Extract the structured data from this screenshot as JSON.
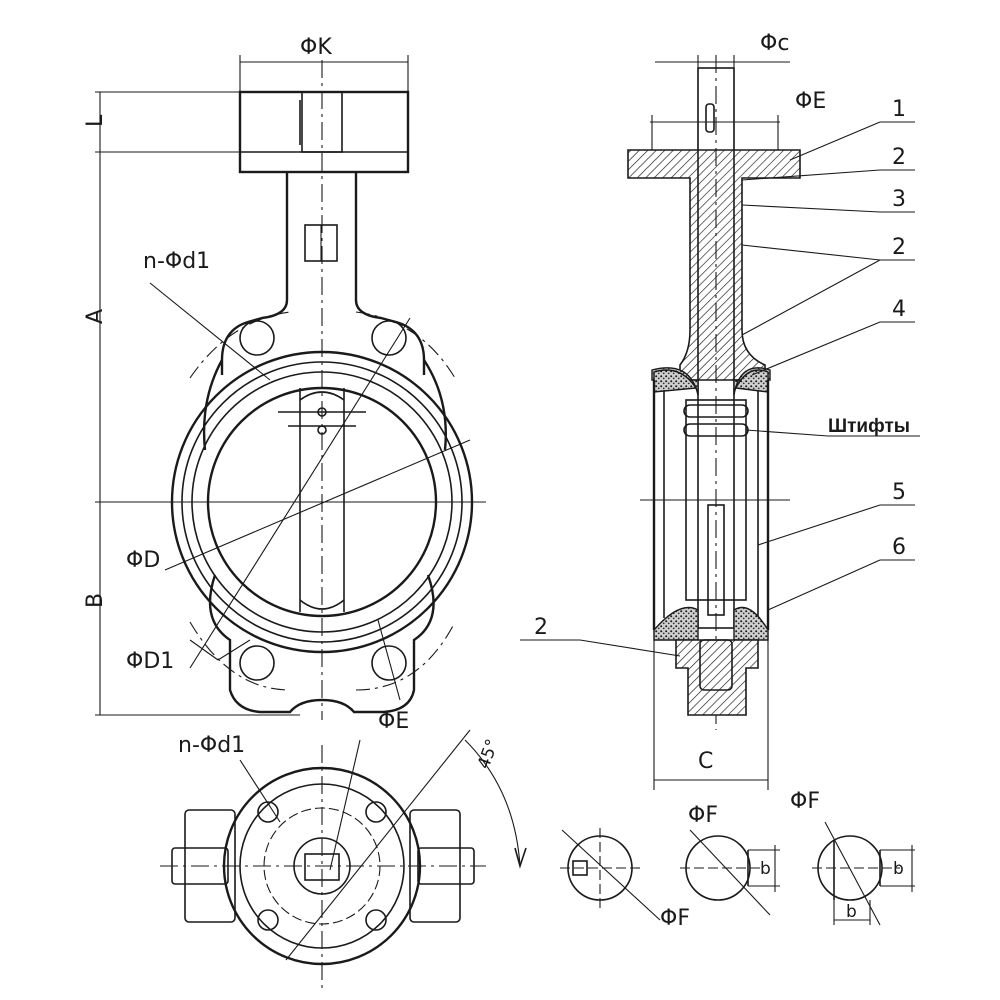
{
  "labels": {
    "phi_k": "ΦK",
    "l": "L",
    "a": "A",
    "b": "B",
    "n_phi_d1_front": "n-Φd1",
    "phi_d": "ΦD",
    "phi_d1": "ΦD1",
    "phi_e_front": "ΦE",
    "n_phi_d1_bottom": "n-Φd1",
    "angle_45": "45°",
    "phi_c": "Φc",
    "phi_e_side": "ΦE",
    "c": "C",
    "phi_f_1": "ΦF",
    "phi_f_2": "ΦF",
    "phi_f_3": "ΦF",
    "b_small_1": "b",
    "b_small_2": "b",
    "b_small_3": "b",
    "pins": "Штифты"
  },
  "callouts": [
    "1",
    "2",
    "3",
    "2",
    "4",
    "5",
    "6",
    "2"
  ]
}
